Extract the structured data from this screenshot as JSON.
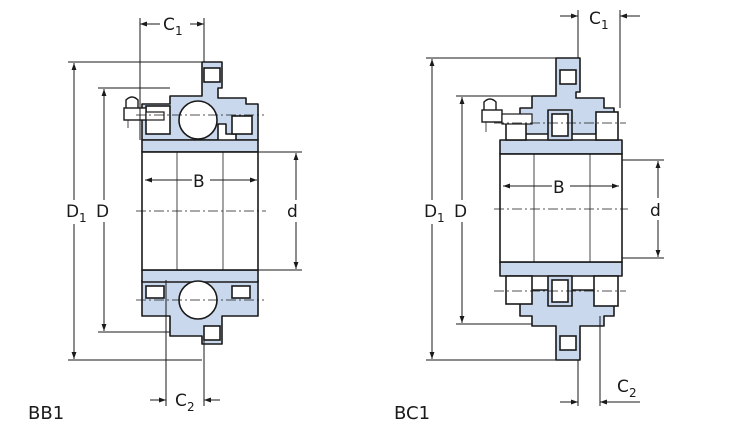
{
  "figures": [
    {
      "caption": "BB1",
      "dims": {
        "C1": "C",
        "C1_sub": "1",
        "C2": "C",
        "C2_sub": "2",
        "B": "B",
        "D1": "D",
        "D1_sub": "1",
        "D": "D",
        "d": "d"
      }
    },
    {
      "caption": "BC1",
      "dims": {
        "C1": "C",
        "C1_sub": "1",
        "C2": "C",
        "C2_sub": "2",
        "B": "B",
        "D1": "D",
        "D1_sub": "1",
        "D": "D",
        "d": "d"
      }
    }
  ],
  "colors": {
    "part_fill": "#c9d8ec",
    "line": "#1a1a1a",
    "background": "#ffffff"
  }
}
